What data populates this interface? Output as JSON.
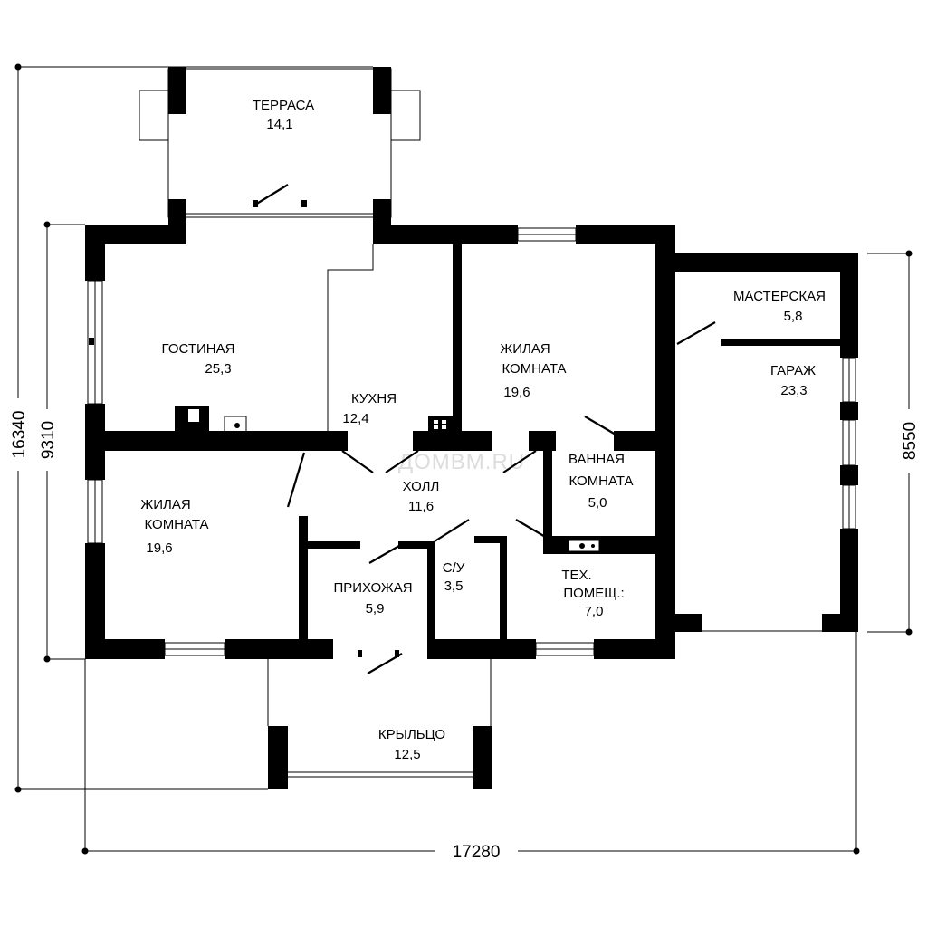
{
  "watermark": "ДОМВМ.RU",
  "rooms": {
    "terrace": {
      "name": "ТЕРРАСА",
      "area": "14,1"
    },
    "living": {
      "name": "ГОСТИНАЯ",
      "area": "25,3"
    },
    "kitchen": {
      "name": "КУХНЯ",
      "area": "12,4"
    },
    "bedroom_east": {
      "name1": "ЖИЛАЯ",
      "name2": "КОМНАТА",
      "area": "19,6"
    },
    "bedroom_west": {
      "name1": "ЖИЛАЯ",
      "name2": "КОМНАТА",
      "area": "19,6"
    },
    "workshop": {
      "name": "МАСТЕРСКАЯ",
      "area": "5,8"
    },
    "garage": {
      "name": "ГАРАЖ",
      "area": "23,3"
    },
    "hall": {
      "name": "ХОЛЛ",
      "area": "11,6"
    },
    "bathroom": {
      "name1": "ВАННАЯ",
      "name2": "КОМНАТА",
      "area": "5,0"
    },
    "entry": {
      "name": "ПРИХОЖАЯ",
      "area": "5,9"
    },
    "wc": {
      "name": "С/У",
      "area": "3,5"
    },
    "tech": {
      "name1": "ТЕХ.",
      "name2": "ПОМЕЩ.:",
      "area": "7,0"
    },
    "porch": {
      "name": "КРЫЛЬЦО",
      "area": "12,5"
    }
  },
  "dimensions": {
    "total_height": "16340",
    "house_height": "9310",
    "garage_height": "8550",
    "total_width": "17280"
  }
}
